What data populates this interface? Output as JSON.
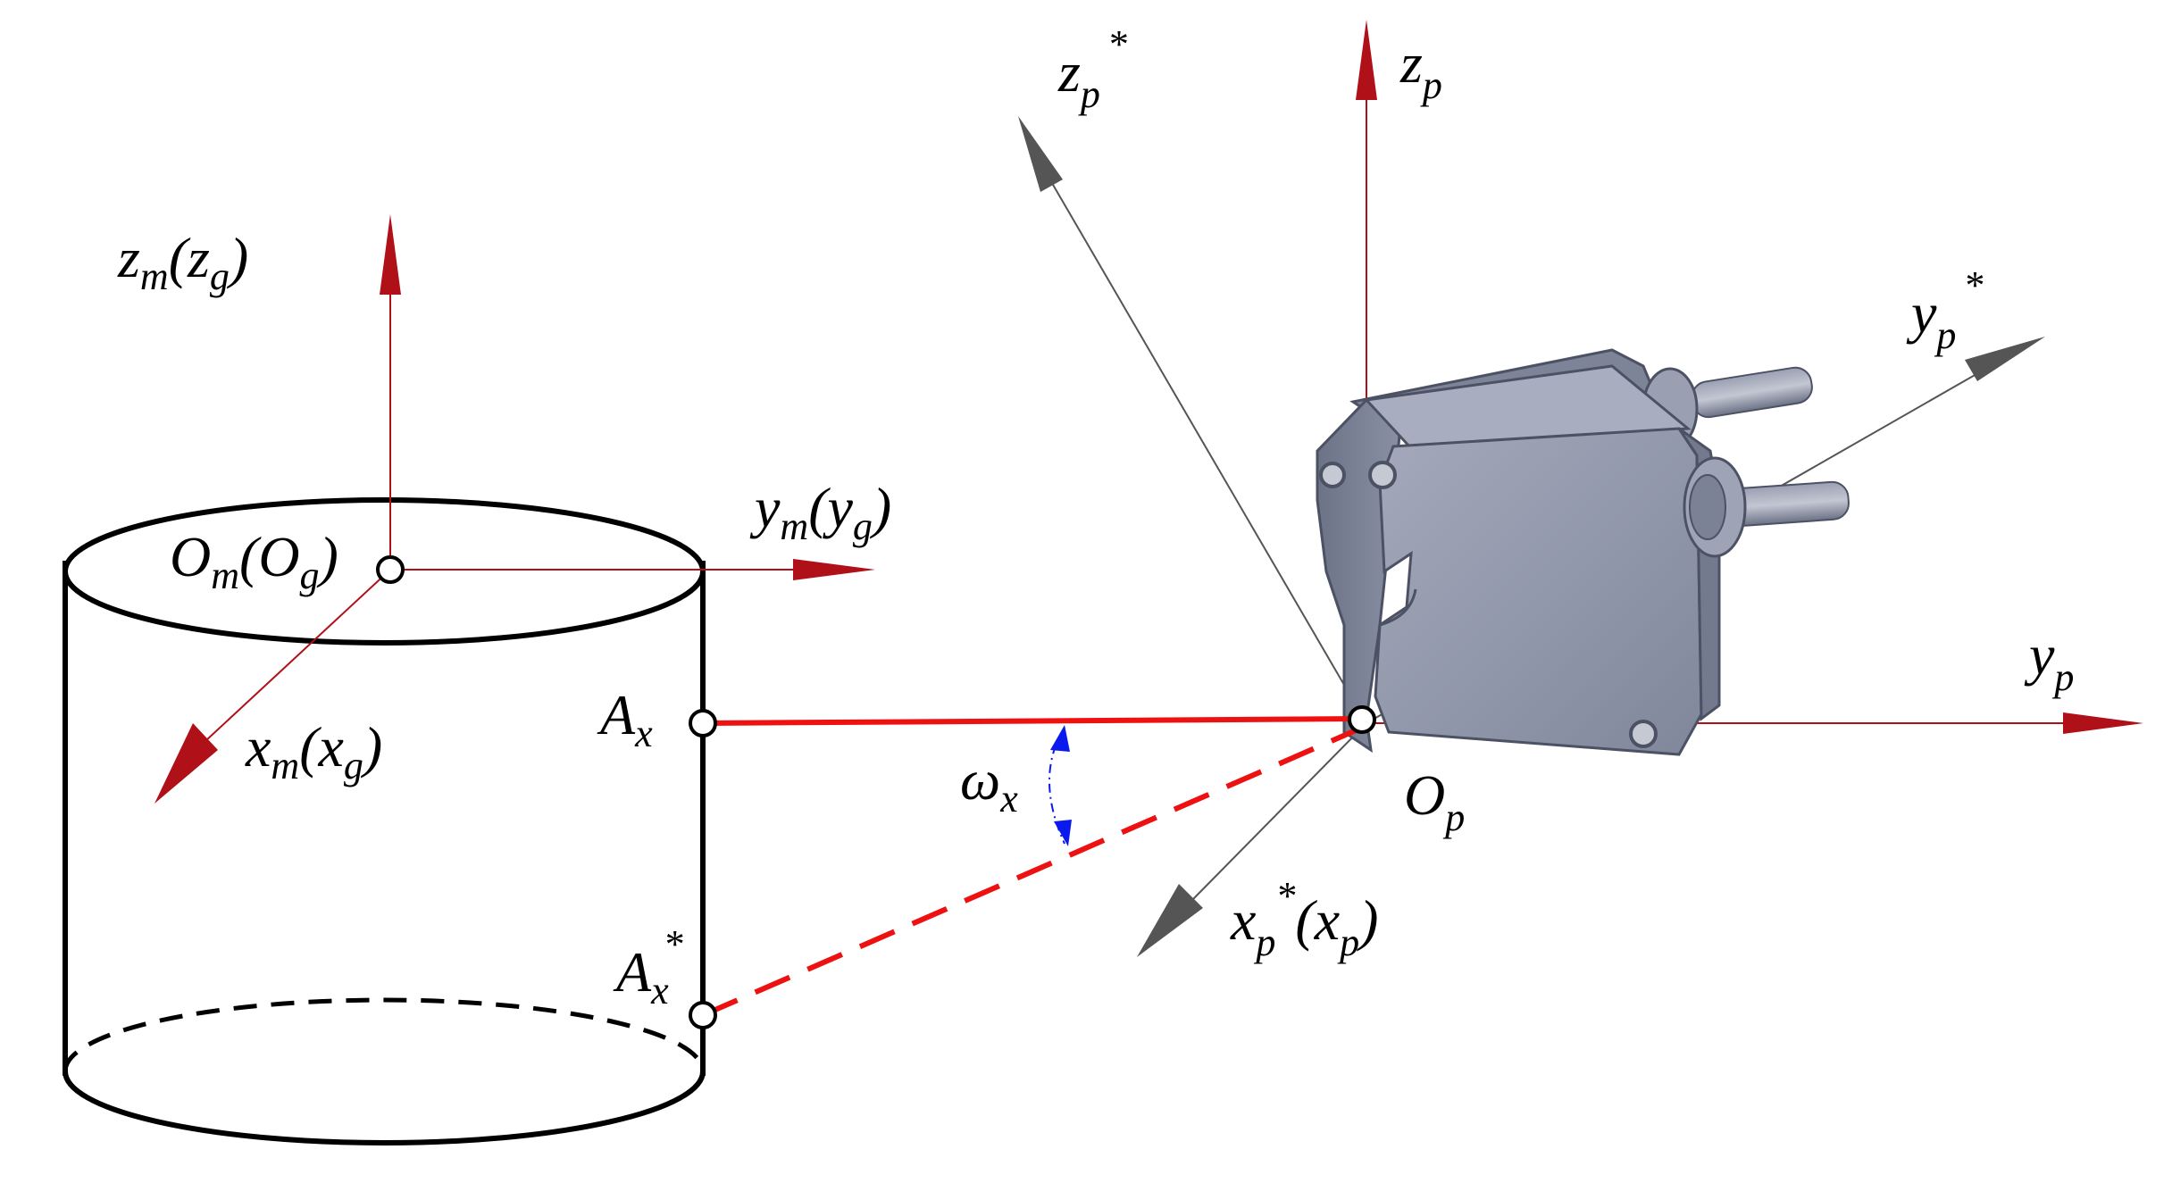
{
  "colors": {
    "axis_red": "#b01018",
    "axis_gray": "#555555",
    "beam_red": "#ee1111",
    "angle_blue": "#0a1aee",
    "outline": "#000000",
    "sensor_body": "#8c93a6",
    "sensor_dark": "#5f6678",
    "sensor_light": "#b7bccb"
  },
  "labels": {
    "zm": {
      "main": "z",
      "sub": "m",
      "open": "(",
      "main2": "z",
      "sub2": "g",
      "close": ")"
    },
    "ym": {
      "main": "y",
      "sub": "m",
      "open": "(",
      "main2": "y",
      "sub2": "g",
      "close": ")"
    },
    "xm": {
      "main": "x",
      "sub": "m",
      "open": "(",
      "main2": "x",
      "sub2": "g",
      "close": ")"
    },
    "om": {
      "main": "O",
      "sub": "m",
      "open": "(",
      "main2": "O",
      "sub2": "g",
      "close": ")"
    },
    "ax": {
      "main": "A",
      "sub": "x"
    },
    "ax_star": {
      "main": "A",
      "sub": "x",
      "sup": "*"
    },
    "omega": {
      "main": "ω",
      "sub": "x"
    },
    "op": {
      "main": "O",
      "sub": "p"
    },
    "zp": {
      "main": "z",
      "sub": "p"
    },
    "zp_star": {
      "main": "z",
      "sub": "p",
      "sup": "*"
    },
    "yp": {
      "main": "y",
      "sub": "p"
    },
    "yp_star": {
      "main": "y",
      "sub": "p",
      "sup": "*"
    },
    "xp_star": {
      "main": "x",
      "sub": "p",
      "sup": "*",
      "open": "(",
      "main2": "x",
      "sub2": "p",
      "close": ")"
    }
  }
}
